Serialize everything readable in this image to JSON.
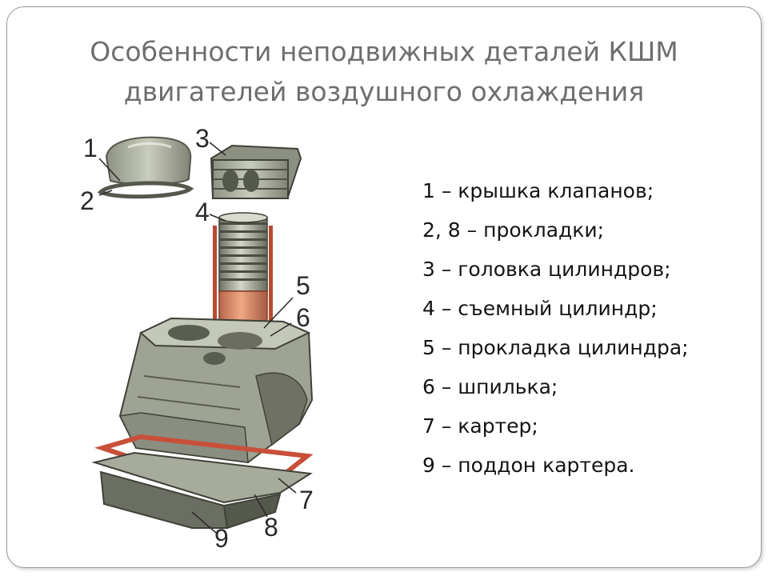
{
  "title_line1": "Особенности неподвижных деталей КШМ",
  "title_line2": "двигателей воздушного охлаждения",
  "legend": [
    "1 – крышка клапанов;",
    "2, 8 – прокладки;",
    "3 – головка цилиндров;",
    "4 – съемный цилиндр;",
    "5 – прокладка цилиндра;",
    "6 – шпилька;",
    "7 – картер;",
    "9 – поддон картера."
  ],
  "callouts": [
    "1",
    "2",
    "3",
    "4",
    "5",
    "6",
    "7",
    "8",
    "9"
  ],
  "colors": {
    "title": "#6e6e6e",
    "metal": "#b4b8a8",
    "metal_dark": "#5c5f54",
    "gasket_red": "#c8503a",
    "stud": "#b84a32"
  }
}
